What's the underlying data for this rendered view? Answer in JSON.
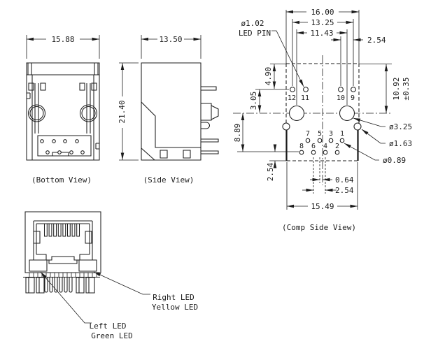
{
  "canvas": {
    "ink": "#1c1c1c",
    "bg": "#ffffff"
  },
  "views": {
    "bottom": {
      "caption": "(Bottom View)",
      "dim_width": "15.88"
    },
    "side": {
      "caption": "(Side View)",
      "dim_width": "13.50",
      "dim_height": "21.40"
    },
    "comp": {
      "caption": "(Comp Side View)",
      "dim_body_width": "16.00",
      "dim_led_span": "13.25",
      "dim_post_span": "11.43",
      "dim_led_pitch": "2.54",
      "dim_led_row": "4.90",
      "dim_led_to_center": "3.05",
      "dim_height": "10.92",
      "dim_height_tol": "±0.35",
      "dim_center_to_pins": "8.89",
      "dim_row_gap": "2.54",
      "dim_half_offset": "0.64",
      "dim_pin_pitch": "2.54",
      "dim_hole_span": "15.49",
      "label_led_pin_dia": "ø1.02",
      "label_led_pin": "LED PIN",
      "label_post_dia": "ø3.25",
      "label_hole_dia": "ø1.63",
      "label_pin_dia": "ø0.89",
      "pins_top": [
        "12",
        "11",
        "10",
        "9"
      ],
      "pins_row1": [
        "7",
        "5",
        "3",
        "1"
      ],
      "pins_row2": [
        "8",
        "6",
        "4",
        "2"
      ]
    },
    "front": {
      "label_right_led": "Right LED",
      "label_right_led_color": "Yellow LED",
      "label_left_led": "Left LED",
      "label_left_led_color": "Green LED"
    }
  }
}
